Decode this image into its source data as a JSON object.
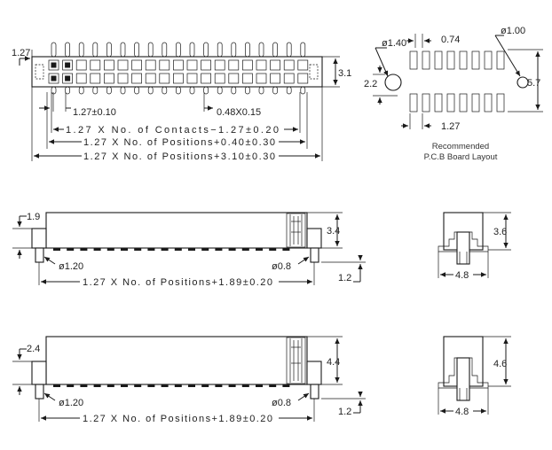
{
  "top_view": {
    "dim_pitch_edge": "1.27",
    "dim_height": "3.1",
    "dim_pitch_tol": "1.27±0.10",
    "dim_pin_size": "0.48X0.15",
    "dim_contacts": "1.27 X No. of Contacts−1.27±0.20",
    "dim_positions_a": "1.27 X No. of Positions+0.40±0.30",
    "dim_positions_b": "1.27 X No. of Positions+3.10±0.30"
  },
  "pcb_layout": {
    "dim_hole_left": "ø1.40",
    "dim_pad_width": "0.74",
    "dim_hole_right": "ø1.00",
    "dim_left_offset": "2.2",
    "dim_right_span": "5.7",
    "dim_pitch": "1.27",
    "caption_line1": "Recommended",
    "caption_line2": "P.C.B Board Layout"
  },
  "side_view_1": {
    "dim_peg": "1.9",
    "dim_height": "3.4",
    "dim_left_peg_dia": "ø1.20",
    "dim_right_peg_dia": "ø0.8",
    "dim_offset": "1.2",
    "dim_length": "1.27 X No. of Positions+1.89±0.20"
  },
  "end_view_1": {
    "dim_height": "3.6",
    "dim_width": "4.8"
  },
  "side_view_2": {
    "dim_peg": "2.4",
    "dim_height": "4.4",
    "dim_left_peg_dia": "ø1.20",
    "dim_right_peg_dia": "ø0.8",
    "dim_offset": "1.2",
    "dim_length": "1.27 X No. of Positions+1.89±0.20"
  },
  "end_view_2": {
    "dim_height": "4.6",
    "dim_width": "4.8"
  }
}
